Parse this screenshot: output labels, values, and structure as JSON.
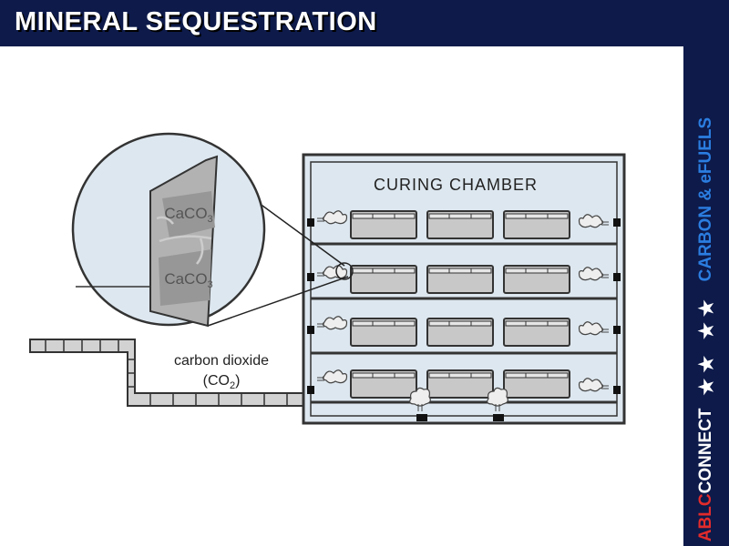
{
  "header": {
    "title": "MINERAL SEQUESTRATION"
  },
  "sidebar": {
    "brand_part1": "ABLC",
    "brand_part2": "CONNECT",
    "stars": "★★ ★★",
    "topic": "CARBON & eFUELS"
  },
  "diagram": {
    "chamber_label": "CURING CHAMBER",
    "gas_label_line1": "carbon dioxide",
    "gas_label_line2": "(CO",
    "gas_label_sub": "2",
    "gas_label_close": ")",
    "mineral_label": "CaCO",
    "mineral_sub": "3"
  },
  "colors": {
    "navy": "#0d1a4a",
    "chamber_fill": "#dde7ef",
    "block_fill": "#c8c8c8",
    "accent_red": "#e32b2b",
    "accent_blue": "#2b7de0"
  }
}
